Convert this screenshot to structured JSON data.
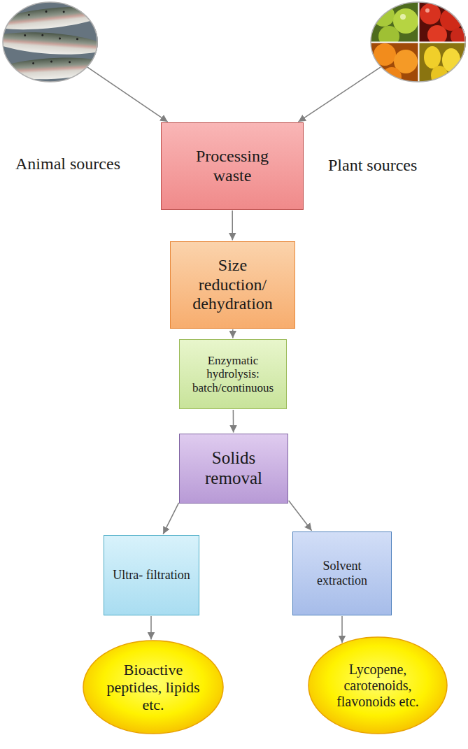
{
  "diagram": {
    "nodes": [
      {
        "text": [
          "Animal sources"
        ]
      },
      {
        "text": [
          "Plant sources"
        ]
      },
      {
        "text": [
          "Processing waste"
        ]
      },
      {
        "text": [
          "Size reduction/ dehydration"
        ]
      },
      {
        "text": [
          "Enzymatic hydrolysis: batch/continuous"
        ]
      },
      {
        "text": [
          "Solids removal"
        ]
      },
      {
        "text": [
          "Ultra- filtration"
        ]
      },
      {
        "text": [
          "Solvent extraction"
        ]
      },
      {
        "text": [
          "Bioactive peptides, lipids etc."
        ]
      },
      {
        "text": [
          "Lycopene, carotenoids, flavonoids etc."
        ]
      }
    ],
    "edges": [
      {
        "from": 0,
        "to": 2,
        "arrow": "to"
      },
      {
        "from": 1,
        "to": 2,
        "arrow": "to"
      },
      {
        "from": 2,
        "to": 3,
        "arrow": "to"
      },
      {
        "from": 3,
        "to": 4,
        "arrow": "to"
      },
      {
        "from": 4,
        "to": 5,
        "arrow": "to"
      },
      {
        "from": 5,
        "to": 6,
        "arrow": "to"
      },
      {
        "from": 5,
        "to": 7,
        "arrow": "to"
      },
      {
        "from": 6,
        "to": 8,
        "arrow": "to"
      },
      {
        "from": 7,
        "to": 9,
        "arrow": "to"
      }
    ]
  }
}
